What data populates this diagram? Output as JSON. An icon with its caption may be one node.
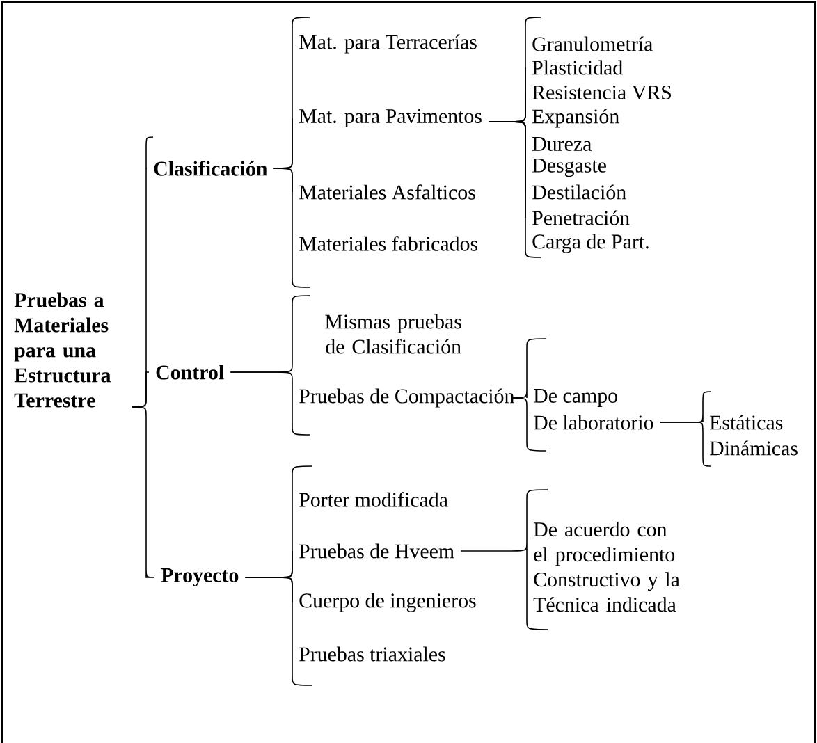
{
  "diagram": {
    "nodes": [
      {
        "text": [
          "Pruebas a Materiales para una Estructura Terrestre"
        ]
      },
      {
        "text": [
          "Clasificación"
        ]
      },
      {
        "text": [
          "Mat. para Terracerías"
        ]
      },
      {
        "text": [
          "Mat. para Pavimentos"
        ]
      },
      {
        "text": [
          "Materiales Asfalticos"
        ]
      },
      {
        "text": [
          "Materiales fabricados"
        ]
      },
      {
        "text": [
          "Granulometría"
        ]
      },
      {
        "text": [
          "Plasticidad"
        ]
      },
      {
        "text": [
          "Resistencia VRS"
        ]
      },
      {
        "text": [
          "Expansión"
        ]
      },
      {
        "text": [
          "Dureza"
        ]
      },
      {
        "text": [
          "Desgaste"
        ]
      },
      {
        "text": [
          "Destilación"
        ]
      },
      {
        "text": [
          "Penetración"
        ]
      },
      {
        "text": [
          "Carga de Part."
        ]
      },
      {
        "text": [
          "Control"
        ]
      },
      {
        "text": [
          "Mismas pruebas de Clasificación"
        ]
      },
      {
        "text": [
          "Pruebas de Compactación"
        ]
      },
      {
        "text": [
          "De campo"
        ]
      },
      {
        "text": [
          "De laboratorio"
        ]
      },
      {
        "text": [
          "Estáticas"
        ]
      },
      {
        "text": [
          "Dinámicas"
        ]
      },
      {
        "text": [
          "Proyecto"
        ]
      },
      {
        "text": [
          "Porter modificada"
        ]
      },
      {
        "text": [
          "Pruebas de Hveem"
        ]
      },
      {
        "text": [
          "Cuerpo de ingenieros"
        ]
      },
      {
        "text": [
          "Pruebas triaxiales"
        ]
      },
      {
        "text": [
          "De acuerdo con el procedimiento Constructivo y la Técnica indicada"
        ]
      }
    ],
    "edges": [
      {
        "from": 0,
        "to": 1,
        "arrow": "none"
      },
      {
        "from": 0,
        "to": 15,
        "arrow": "none"
      },
      {
        "from": 0,
        "to": 22,
        "arrow": "none"
      },
      {
        "from": 1,
        "to": 2,
        "arrow": "none"
      },
      {
        "from": 1,
        "to": 3,
        "arrow": "none"
      },
      {
        "from": 1,
        "to": 4,
        "arrow": "none"
      },
      {
        "from": 1,
        "to": 5,
        "arrow": "none"
      },
      {
        "from": 3,
        "to": 6,
        "arrow": "none"
      },
      {
        "from": 3,
        "to": 7,
        "arrow": "none"
      },
      {
        "from": 3,
        "to": 8,
        "arrow": "none"
      },
      {
        "from": 3,
        "to": 9,
        "arrow": "none"
      },
      {
        "from": 3,
        "to": 10,
        "arrow": "none"
      },
      {
        "from": 3,
        "to": 11,
        "arrow": "none"
      },
      {
        "from": 3,
        "to": 12,
        "arrow": "none"
      },
      {
        "from": 3,
        "to": 13,
        "arrow": "none"
      },
      {
        "from": 3,
        "to": 14,
        "arrow": "none"
      },
      {
        "from": 15,
        "to": 16,
        "arrow": "none"
      },
      {
        "from": 15,
        "to": 17,
        "arrow": "none"
      },
      {
        "from": 17,
        "to": 18,
        "arrow": "none"
      },
      {
        "from": 17,
        "to": 19,
        "arrow": "none"
      },
      {
        "from": 19,
        "to": 20,
        "arrow": "none"
      },
      {
        "from": 19,
        "to": 21,
        "arrow": "none"
      },
      {
        "from": 22,
        "to": 23,
        "arrow": "none"
      },
      {
        "from": 22,
        "to": 24,
        "arrow": "none"
      },
      {
        "from": 22,
        "to": 25,
        "arrow": "none"
      },
      {
        "from": 22,
        "to": 26,
        "arrow": "none"
      },
      {
        "from": 24,
        "to": 27,
        "arrow": "none"
      }
    ]
  }
}
